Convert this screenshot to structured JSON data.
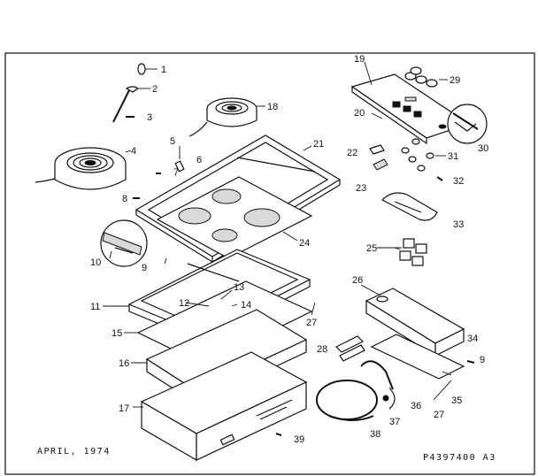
{
  "footer": {
    "date": "APRIL, 1974",
    "code": "P4397400 A3"
  },
  "callouts": [
    "1",
    "2",
    "3",
    "4",
    "5",
    "6",
    "7",
    "8",
    "9",
    "10",
    "11",
    "12",
    "13",
    "14",
    "15",
    "16",
    "17",
    "18",
    "19",
    "20",
    "21",
    "22",
    "23",
    "24",
    "25",
    "26",
    "27",
    "28",
    "29",
    "30",
    "31",
    "32",
    "33",
    "34",
    "35",
    "36",
    "37",
    "38",
    "39"
  ],
  "callouts_repeat": {
    "9b": "9",
    "27b": "27"
  },
  "colors": {
    "ink": "#111111",
    "paper": "#ffffff"
  }
}
